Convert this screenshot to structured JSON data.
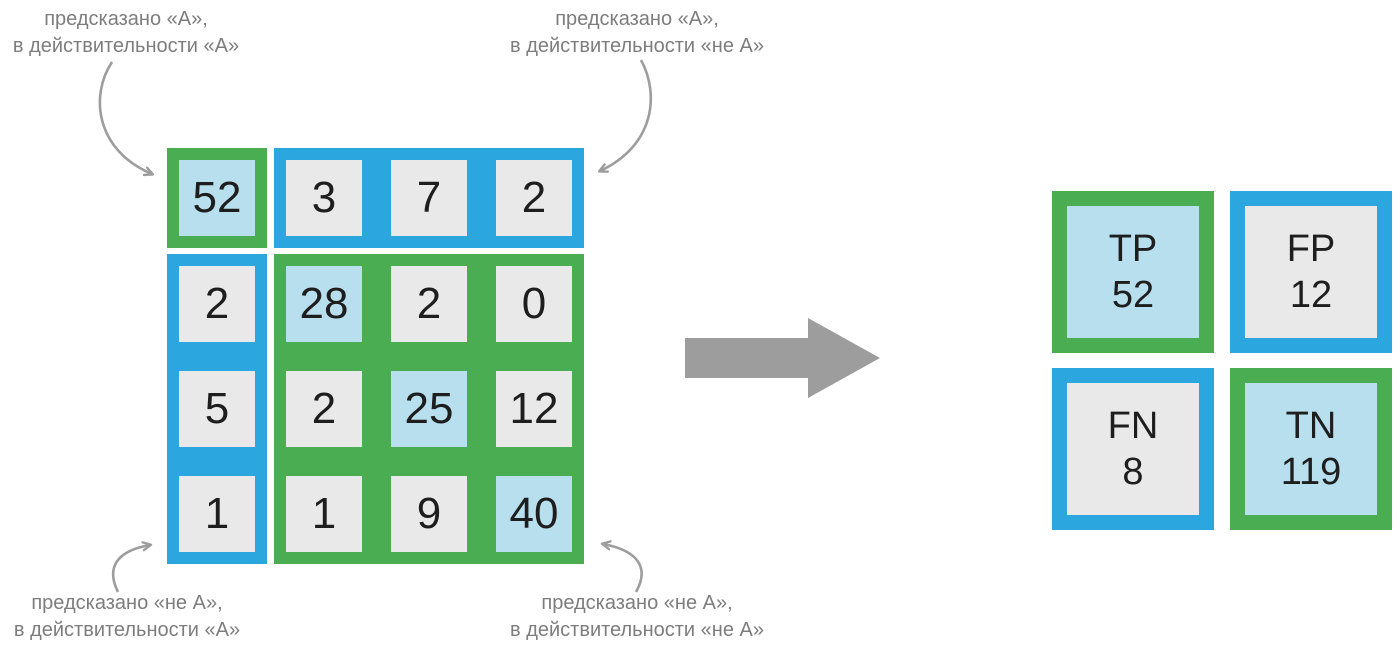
{
  "colors": {
    "green": "#4aad51",
    "blue": "#2ba6de",
    "highlight_cell": "#b7dfee",
    "neutral_cell": "#e9e9e9",
    "arrow_gray": "#9d9d9d",
    "annotation_text": "#7d7d7d",
    "number_text": "#1e1e1e",
    "canvas_bg": "#ffffff"
  },
  "annotations": {
    "top_left": {
      "line1": "предсказано «А»,",
      "line2": "в действительности «А»"
    },
    "top_right": {
      "line1": "предсказано «А»,",
      "line2": "в действительности «не А»"
    },
    "bottom_left": {
      "line1": "предсказано «не А»,",
      "line2": "в действительности «А»"
    },
    "bottom_right": {
      "line1": "предсказано «не А»,",
      "line2": "в действительности «не А»"
    }
  },
  "matrix": {
    "tp_cell": {
      "value": "52",
      "highlight": true
    },
    "top_row": [
      {
        "value": "3",
        "highlight": false
      },
      {
        "value": "7",
        "highlight": false
      },
      {
        "value": "2",
        "highlight": false
      }
    ],
    "left_col": [
      {
        "value": "2",
        "highlight": false
      },
      {
        "value": "5",
        "highlight": false
      },
      {
        "value": "1",
        "highlight": false
      }
    ],
    "grid3": [
      {
        "value": "28",
        "highlight": true
      },
      {
        "value": "2",
        "highlight": false
      },
      {
        "value": "0",
        "highlight": false
      },
      {
        "value": "2",
        "highlight": false
      },
      {
        "value": "25",
        "highlight": true
      },
      {
        "value": "12",
        "highlight": false
      },
      {
        "value": "1",
        "highlight": false
      },
      {
        "value": "9",
        "highlight": false
      },
      {
        "value": "40",
        "highlight": true
      }
    ]
  },
  "summary": [
    {
      "label": "TP",
      "value": "52",
      "variant": "green"
    },
    {
      "label": "FP",
      "value": "12",
      "variant": "blue"
    },
    {
      "label": "FN",
      "value": "8",
      "variant": "blue"
    },
    {
      "label": "TN",
      "value": "119",
      "variant": "green"
    }
  ]
}
